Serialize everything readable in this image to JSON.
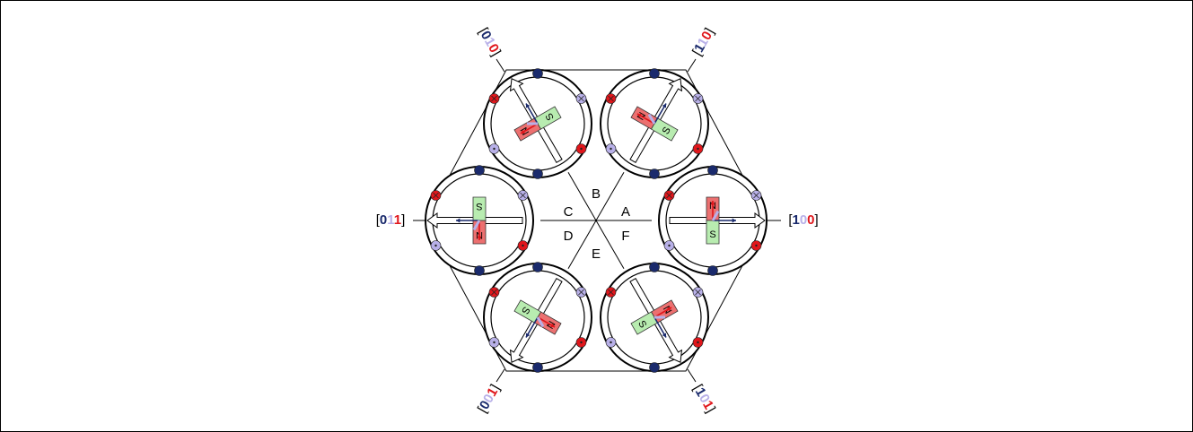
{
  "colors": {
    "navy": "#1a2a6c",
    "red": "#e0161b",
    "lavender": "#b8b0e8",
    "magnet_north": "#ec7070",
    "magnet_south": "#b8ecb0",
    "arrow_pink": "#e66a8a",
    "line": "#000000"
  },
  "sectors": [
    "A",
    "B",
    "C",
    "D",
    "E",
    "F"
  ],
  "vertices": [
    {
      "key": "v100",
      "open": "[",
      "close": "]",
      "bits": [
        {
          "t": "1",
          "c": "navy"
        },
        {
          "t": "0",
          "c": "lavender"
        },
        {
          "t": "0",
          "c": "red"
        }
      ]
    },
    {
      "key": "v110",
      "open": "[",
      "close": "]",
      "bits": [
        {
          "t": "1",
          "c": "navy"
        },
        {
          "t": "1",
          "c": "lavender"
        },
        {
          "t": "0",
          "c": "red"
        }
      ]
    },
    {
      "key": "v010",
      "open": "[",
      "close": "]",
      "bits": [
        {
          "t": "0",
          "c": "navy"
        },
        {
          "t": "1",
          "c": "lavender"
        },
        {
          "t": "0",
          "c": "red"
        }
      ]
    },
    {
      "key": "v011",
      "open": "[",
      "close": "]",
      "bits": [
        {
          "t": "0",
          "c": "navy"
        },
        {
          "t": "1",
          "c": "lavender"
        },
        {
          "t": "1",
          "c": "red"
        }
      ]
    },
    {
      "key": "v001",
      "open": "[",
      "close": "]",
      "bits": [
        {
          "t": "0",
          "c": "navy"
        },
        {
          "t": "0",
          "c": "lavender"
        },
        {
          "t": "1",
          "c": "red"
        }
      ]
    },
    {
      "key": "v101",
      "open": "[",
      "close": "]",
      "bits": [
        {
          "t": "1",
          "c": "navy"
        },
        {
          "t": "0",
          "c": "lavender"
        },
        {
          "t": "1",
          "c": "red"
        }
      ]
    }
  ],
  "motors": [
    {
      "key": "m100",
      "field_deg": 0,
      "magnet_deg": 90
    },
    {
      "key": "m110",
      "field_deg": 60,
      "magnet_deg": 150
    },
    {
      "key": "m010",
      "field_deg": 120,
      "magnet_deg": 210
    },
    {
      "key": "m011",
      "field_deg": 180,
      "magnet_deg": 270
    },
    {
      "key": "m001",
      "field_deg": 240,
      "magnet_deg": 330
    },
    {
      "key": "m101",
      "field_deg": 300,
      "magnet_deg": 30
    }
  ],
  "magnet_labels": {
    "north": "N",
    "south": "S"
  }
}
